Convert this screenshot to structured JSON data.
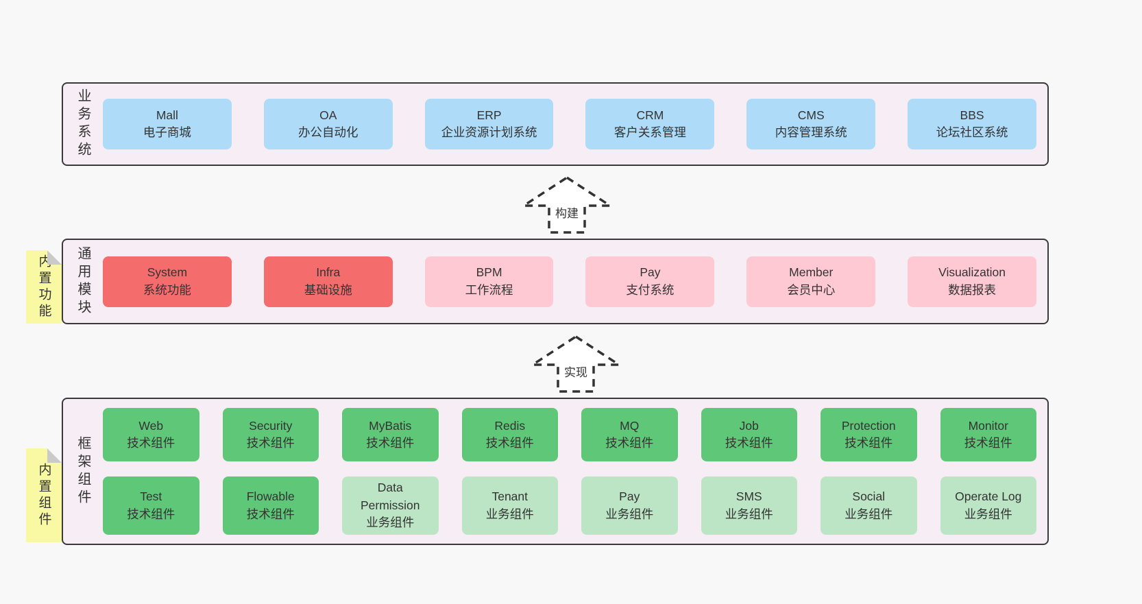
{
  "colors": {
    "page_bg": "#f8f8f8",
    "panel_bg": "#f7edf5",
    "panel_border": "#3a3a3a",
    "text": "#333333",
    "blue": "#aedcf8",
    "red": "#f56c6c",
    "pink": "#fec9d2",
    "green_dark": "#5fc878",
    "green_light": "#bce5c5",
    "sticky_yellow": "#f9f9a3",
    "sticky_fold": "#cacaca",
    "arrow_fill": "#ffffff"
  },
  "sections": [
    {
      "side_label": "业务系统",
      "sticky": null,
      "rows": [
        [
          {
            "name": "Mall",
            "desc": "电子商城",
            "type": "blue"
          },
          {
            "name": "OA",
            "desc": "办公自动化",
            "type": "blue"
          },
          {
            "name": "ERP",
            "desc": "企业资源计划系统",
            "type": "blue"
          },
          {
            "name": "CRM",
            "desc": "客户关系管理",
            "type": "blue"
          },
          {
            "name": "CMS",
            "desc": "内容管理系统",
            "type": "blue"
          },
          {
            "name": "BBS",
            "desc": "论坛社区系统",
            "type": "blue"
          }
        ]
      ]
    },
    {
      "side_label": "通用模块",
      "sticky": "内置功能",
      "rows": [
        [
          {
            "name": "System",
            "desc": "系统功能",
            "type": "red"
          },
          {
            "name": "Infra",
            "desc": "基础设施",
            "type": "red"
          },
          {
            "name": "BPM",
            "desc": "工作流程",
            "type": "pink"
          },
          {
            "name": "Pay",
            "desc": "支付系统",
            "type": "pink"
          },
          {
            "name": "Member",
            "desc": "会员中心",
            "type": "pink"
          },
          {
            "name": "Visualization",
            "desc": "数据报表",
            "type": "pink"
          }
        ]
      ]
    },
    {
      "side_label": "框架组件",
      "sticky": "内置组件",
      "rows": [
        [
          {
            "name": "Web",
            "desc": "技术组件",
            "type": "green-dark"
          },
          {
            "name": "Security",
            "desc": "技术组件",
            "type": "green-dark"
          },
          {
            "name": "MyBatis",
            "desc": "技术组件",
            "type": "green-dark"
          },
          {
            "name": "Redis",
            "desc": "技术组件",
            "type": "green-dark"
          },
          {
            "name": "MQ",
            "desc": "技术组件",
            "type": "green-dark"
          },
          {
            "name": "Job",
            "desc": "技术组件",
            "type": "green-dark"
          },
          {
            "name": "Protection",
            "desc": "技术组件",
            "type": "green-dark"
          },
          {
            "name": "Monitor",
            "desc": "技术组件",
            "type": "green-dark"
          }
        ],
        [
          {
            "name": "Test",
            "desc": "技术组件",
            "type": "green-dark"
          },
          {
            "name": "Flowable",
            "desc": "技术组件",
            "type": "green-dark"
          },
          {
            "name": "Data Permission",
            "desc": "业务组件",
            "type": "green-light"
          },
          {
            "name": "Tenant",
            "desc": "业务组件",
            "type": "green-light"
          },
          {
            "name": "Pay",
            "desc": "业务组件",
            "type": "green-light"
          },
          {
            "name": "SMS",
            "desc": "业务组件",
            "type": "green-light"
          },
          {
            "name": "Social",
            "desc": "业务组件",
            "type": "green-light"
          },
          {
            "name": "Operate Log",
            "desc": "业务组件",
            "type": "green-light"
          }
        ]
      ]
    }
  ],
  "arrows": [
    {
      "label": "构建"
    },
    {
      "label": "实现"
    }
  ]
}
